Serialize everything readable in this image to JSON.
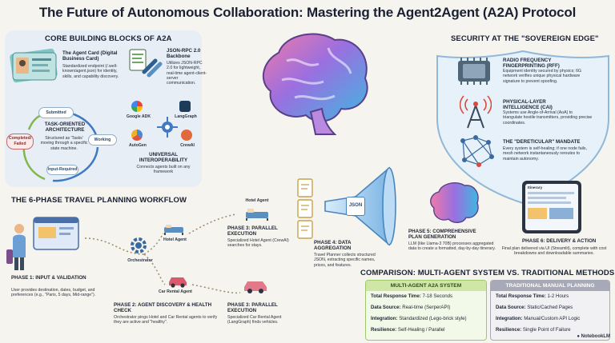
{
  "title": "The Future of Autonomous Collaboration: Mastering the Agent2Agent (A2A) Protocol",
  "core": {
    "heading": "CORE BUILDING BLOCKS OF A2A",
    "agent_card": {
      "title": "The Agent Card (Digital Business Card)",
      "text": "Standardized endpoint (/.well-known/agent.json) for identity, skills, and capability discovery."
    },
    "jsonrpc": {
      "title": "JSON-RPC 2.0 Backbone",
      "text": "Utilizes JSON-RPC 2.0 for lightweight, real-time agent-client-server communication."
    },
    "task": {
      "title": "TASK-ORIENTED ARCHITECTURE",
      "text": "Structured as 'Tasks' moving through a specific state machine."
    },
    "states": {
      "submitted": "Submitted",
      "working": "Working",
      "input_required": "Input-Required",
      "completed": "Completed/ Failed"
    },
    "frameworks": {
      "google": "Google ADK",
      "langgraph": "LangGraph",
      "autogen": "AutoGen",
      "crewai": "CrewAI"
    },
    "interop": {
      "title": "UNIVERSAL INTEROPERABILITY",
      "text": "Connects agents built on any framework"
    }
  },
  "security": {
    "heading": "SECURITY AT THE \"SOVEREIGN EDGE\"",
    "rff": {
      "title": "RADIO FREQUENCY FINGERPRINTING (RFF)",
      "text": "Equipment identity secured by physics; 6G network verifies unique physical hardware signature to prevent spoofing."
    },
    "cai": {
      "title": "PHYSICAL-LAYER INTELLIGENCE (CAI)",
      "text": "Systems use Angle-of-Arrival (AoA) to triangulate hostile transmitters, providing precise coordinates."
    },
    "dereticular": {
      "title": "THE \"DERETICULAR\" MANDATE",
      "text": "Every system is self-healing; if one node fails, mesh network instantaneously reroutes to maintain autonomy."
    }
  },
  "workflow": {
    "heading": "THE 6-PHASE TRAVEL PLANNING WORKFLOW",
    "phase1": {
      "title": "PHASE 1: INPUT & VALIDATION",
      "text": "User provides destination, dates, budget, and preferences (e.g., \"Paris, 5 days, Mid-range\")."
    },
    "phase2": {
      "title": "PHASE 2: AGENT DISCOVERY & HEALTH CHECK",
      "text": "Orchestrator pings Hotel and Car Rental agents to verify they are active and \"healthy\"."
    },
    "orchestrator": "Orchestrator",
    "hotel_agent": "Hotel Agent",
    "car_agent": "Car Rental Agent",
    "phase3a": {
      "label": "Hotel Agent",
      "title": "PHASE 3: PARALLEL EXECUTION",
      "text": "Specialized Hotel Agent (CrewAI) searches for stays."
    },
    "phase3b": {
      "title": "PHASE 3: PARALLEL EXECUTION",
      "text": "Specialized Car Rental Agent (LangGraph) finds vehicles."
    },
    "phase4": {
      "title": "PHASE 4: DATA AGGREGATION",
      "text": "Travel Planner collects structured JSON, extracting specific names, prices, and features."
    },
    "json_label": "JSON",
    "phase5": {
      "title": "PHASE 5: COMPREHENSIVE PLAN GENERATION",
      "text": "LLM (like Llama-3 70B) processes aggregated data to create a formatted, day-by-day itinerary."
    },
    "phase6": {
      "title": "PHASE 6: DELIVERY & ACTION",
      "text": "Final plan delivered via UI (Streamlit), complete with cost breakdowns and downloadable summaries."
    },
    "tablet_header": "Itinerary"
  },
  "comparison": {
    "heading": "COMPARISON: MULTI-AGENT SYSTEM VS. TRADITIONAL METHODS",
    "multi": {
      "header": "MULTI-AGENT A2A SYSTEM",
      "rows": [
        {
          "label": "Total Response Time:",
          "value": "7-18 Seconds"
        },
        {
          "label": "Data Source:",
          "value": "Real-time (SerperAPI)"
        },
        {
          "label": "Integration:",
          "value": "Standardized (Lego-brick style)"
        },
        {
          "label": "Resilience:",
          "value": "Self-Healing / Parallel"
        }
      ]
    },
    "trad": {
      "header": "TRADITIONAL MANUAL PLANNING",
      "rows": [
        {
          "label": "Total Response Time:",
          "value": "1-2 Hours"
        },
        {
          "label": "Data Source:",
          "value": "Static/Cached Pages"
        },
        {
          "label": "Integration:",
          "value": "Manual/Custom API Logic"
        },
        {
          "label": "Resilience:",
          "value": "Single Point of Failure"
        }
      ]
    }
  },
  "watermark": "NotebookLM",
  "colors": {
    "multi_head": "#cfe6a6",
    "trad_head": "#a7a9b7",
    "accent_green": "#7dbb3c",
    "shield": "#cfe3f3"
  }
}
